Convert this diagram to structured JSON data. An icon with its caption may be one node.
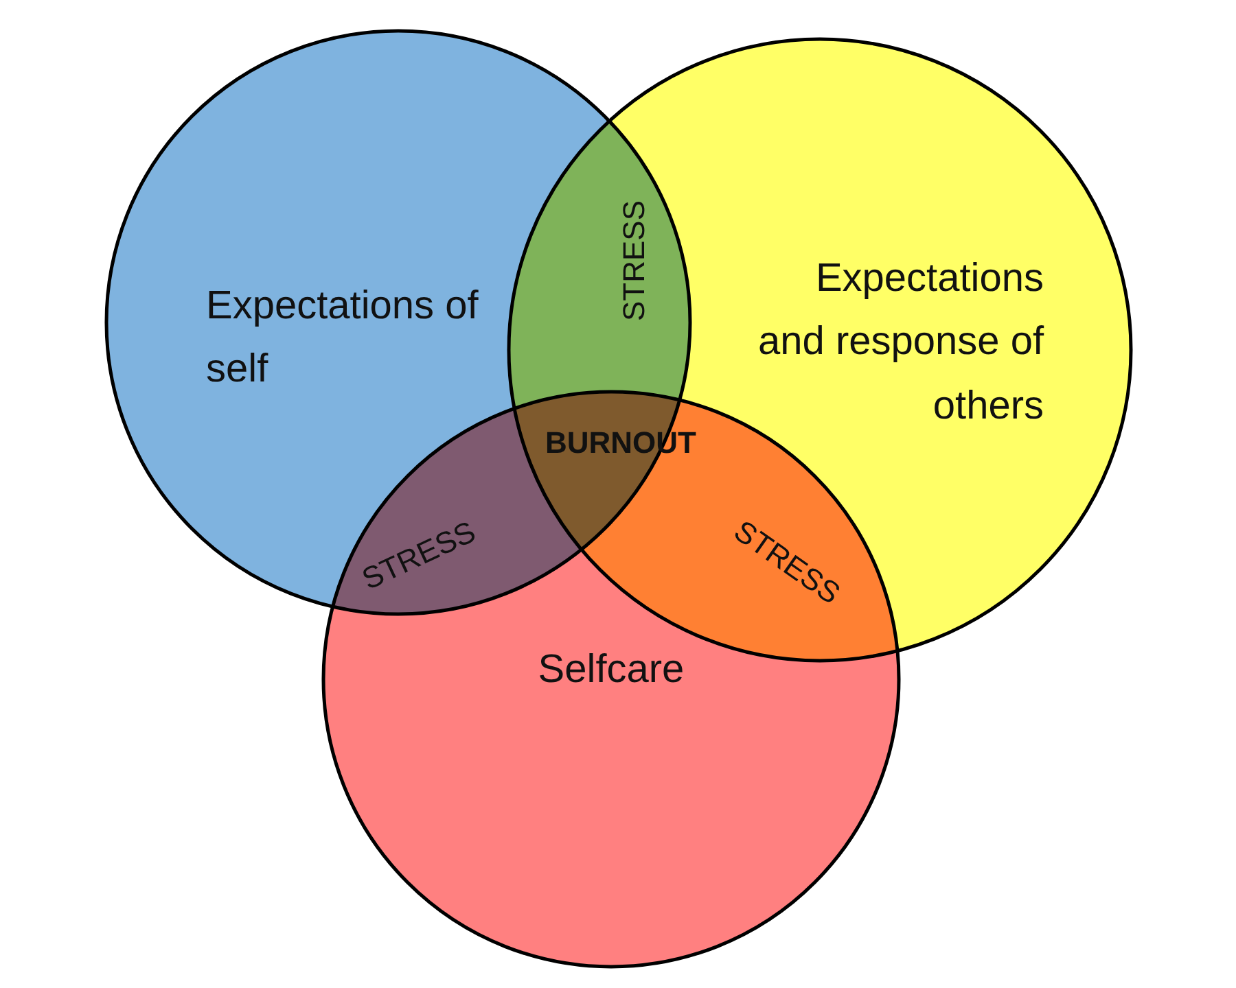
{
  "diagram": {
    "nodes": [
      {
        "text": [
          "Expectations of self"
        ]
      },
      {
        "text": [
          "Expectations and response of others"
        ]
      },
      {
        "text": [
          "Selfcare"
        ]
      }
    ],
    "labels": [
      "STRESS",
      "BURNOUT",
      "STRESS",
      "STRESS"
    ]
  }
}
